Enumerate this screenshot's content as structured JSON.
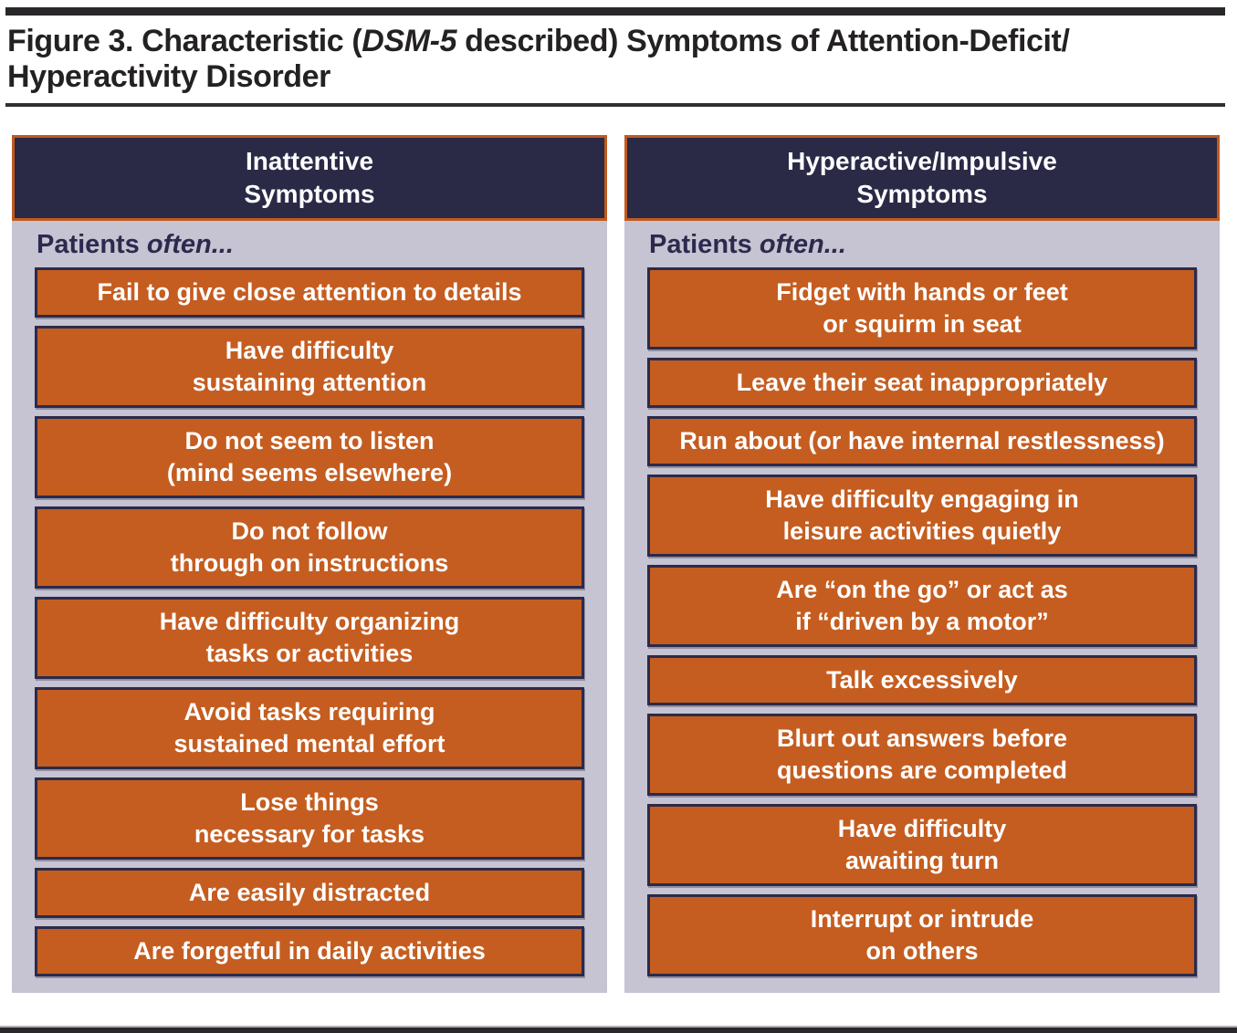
{
  "title": {
    "part1": "Figure 3. Characteristic (",
    "italic": "DSM-5",
    "part2": " described) Symptoms of Attention-Deficit/",
    "line2": "Hyperactivity Disorder"
  },
  "colors": {
    "box_orange": "#c55d20",
    "header_navy": "#2a2946",
    "panel_lavender": "#c6c3d2",
    "box_border_navy": "#2b2a4a",
    "header_border_orange": "#c05a1e",
    "title_text": "#242122",
    "box_text": "#ffffff"
  },
  "panels": [
    {
      "header": "Inattentive\nSymptoms",
      "intro_prefix": "Patients ",
      "intro_italic": "often...",
      "items": [
        "Fail to give close attention to details",
        "Have difficulty\nsustaining attention",
        "Do not seem to listen\n(mind seems elsewhere)",
        "Do not follow\nthrough on instructions",
        "Have difficulty organizing\ntasks or activities",
        "Avoid tasks requiring\nsustained mental effort",
        "Lose things\nnecessary for tasks",
        "Are easily distracted",
        "Are forgetful in daily activities"
      ]
    },
    {
      "header": "Hyperactive/Impulsive\nSymptoms",
      "intro_prefix": "Patients ",
      "intro_italic": "often...",
      "items": [
        "Fidget with hands or feet\nor squirm in seat",
        "Leave their seat inappropriately",
        "Run about (or have internal restlessness)",
        "Have difficulty engaging in\nleisure activities quietly",
        "Are “on the go” or act as\nif “driven by a motor”",
        "Talk excessively",
        "Blurt out answers before\nquestions are completed",
        "Have difficulty\nawaiting turn",
        "Interrupt or intrude\non others"
      ]
    }
  ]
}
